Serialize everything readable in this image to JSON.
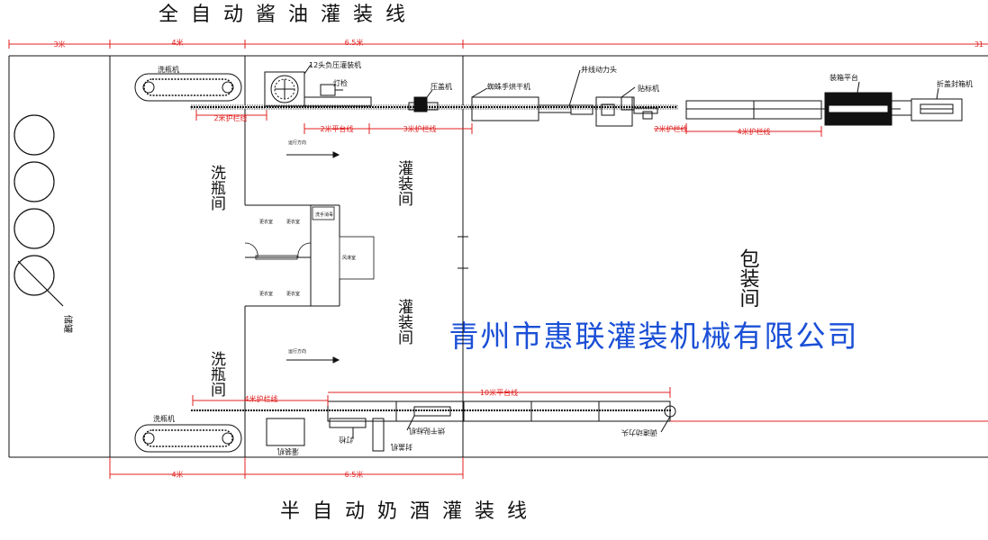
{
  "titles": {
    "top": "全自动酱油灌装线",
    "bottom": "半自动奶酒灌装线",
    "company": "青州市惠联灌装机械有限公司"
  },
  "dimensions": {
    "d3": "3米",
    "d4_top": "4米",
    "d65_top": "6.5米",
    "d31": "31",
    "d4_bottom": "4米",
    "d65_bottom": "6.5米"
  },
  "top_line": {
    "washer": "洗瓶机",
    "filler": "12头负压灌装机",
    "light_check": "灯检",
    "capper": "压盖机",
    "spider_dryer": "蜘蛛手烘干机",
    "merge_head": "并线动力头",
    "labeler": "贴标机",
    "boxing_platform": "装箱平台",
    "carton_sealer": "折盖封箱机",
    "guard_2m": "2米护栏线",
    "platform_2m": "2米平台线",
    "guard_3m": "3米护栏线",
    "guard_2m_b": "2米护栏线",
    "guard_4m": "4米护栏线"
  },
  "rooms": {
    "tank": "储罐",
    "wash_room": "洗瓶间",
    "filling_room": "灌装间",
    "packing_room": "包装间",
    "changing": "更衣室",
    "air_shower": "风淋室",
    "hand_wash": "洗手消毒",
    "flow": "运行方向"
  },
  "bottom_line": {
    "washer": "洗瓶机",
    "filler": "灌装机",
    "light_check": "灯检",
    "capper": "封盖机",
    "dryer": "烘干贴标机",
    "turn_head": "调速动力头",
    "guard_4m": "4米护栏线",
    "platform_10m": "10米平台线"
  },
  "colors": {
    "dimension": "#e02020",
    "line": "#111111",
    "company": "#1a4fd6"
  }
}
